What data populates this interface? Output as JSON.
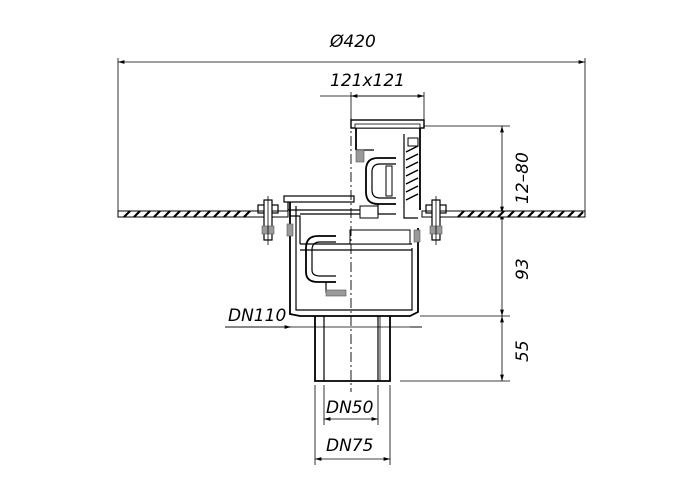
{
  "dimensions": {
    "flange_diameter": "Ø420",
    "grate_size": "121x121",
    "height_range": "12–80",
    "body_height": "93",
    "outlet_length": "55",
    "body_diameter": "DN110",
    "outlet_inner": "DN50",
    "outlet_outer": "DN75"
  }
}
